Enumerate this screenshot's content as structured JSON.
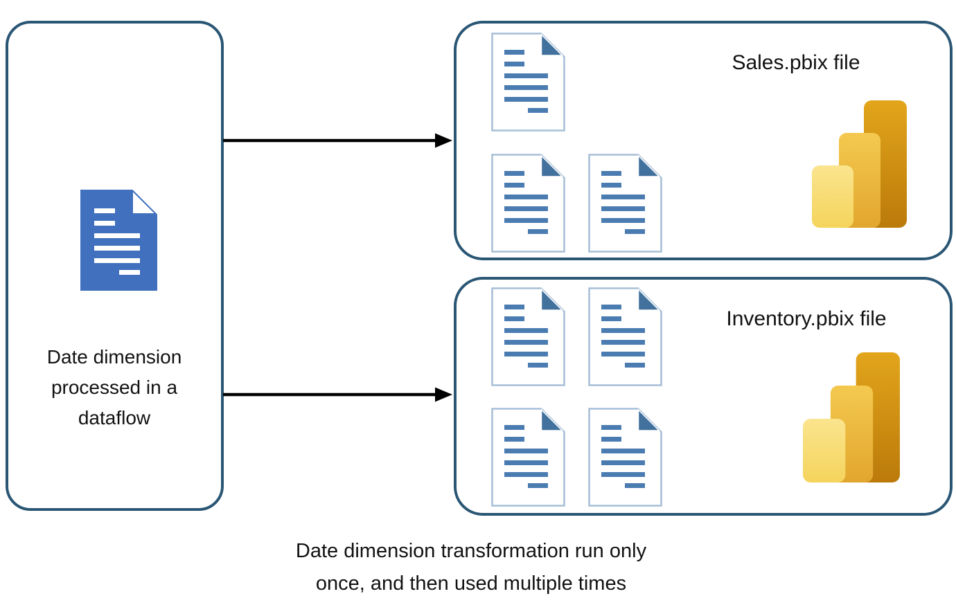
{
  "diagram": {
    "source_box": {
      "label": "Date dimension processed in a dataflow",
      "icon": "document-solid-icon"
    },
    "arrows": [
      {
        "name": "arrow-to-sales",
        "direction": "right"
      },
      {
        "name": "arrow-to-inventory",
        "direction": "right"
      }
    ],
    "target_boxes": [
      {
        "title": "Sales.pbix file",
        "document_count": 3,
        "logo_icon": "power-bi-logo"
      },
      {
        "title": "Inventory.pbix file",
        "document_count": 4,
        "logo_icon": "power-bi-logo"
      }
    ],
    "caption_lines": [
      "Date dimension transformation run only",
      "once, and then used multiple times"
    ],
    "caption_full": "Date dimension transformation run only once, and then used multiple times",
    "colors": {
      "box_border": "#2A5674",
      "arrow": "#000000",
      "text": "#111111",
      "doc_solid_fill": "#4170BE",
      "doc_outline_stroke": "#A6BED6",
      "doc_fold_blue": "#41719C",
      "doc_line_blue": "#4B7CB1",
      "pbi_bar_light_top": "#FAE48E",
      "pbi_bar_light_bottom": "#F5D45C",
      "pbi_bar_mid_top": "#F4C94F",
      "pbi_bar_mid_bottom": "#E2A62E",
      "pbi_bar_dark_top": "#E2A51B",
      "pbi_bar_dark_bottom": "#BB7A0A"
    }
  }
}
